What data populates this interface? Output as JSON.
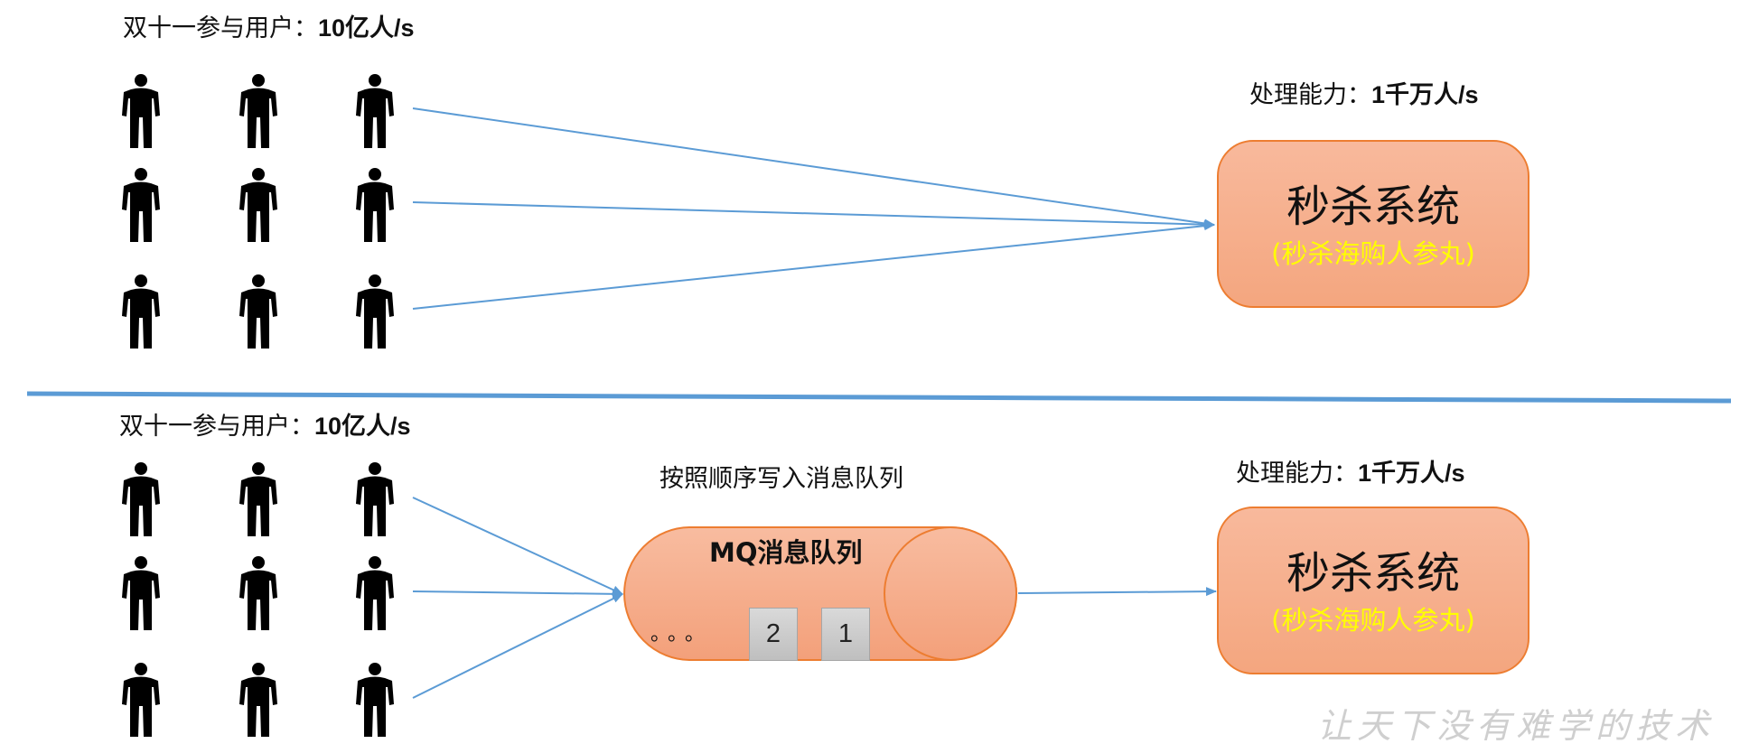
{
  "top": {
    "users_label": "双十一参与用户：",
    "users_value": "10亿人/s",
    "capacity_label": "处理能力：",
    "capacity_value": "1千万人/s",
    "system": {
      "title": "秒杀系统",
      "subtitle": "(秒杀海购人参丸)"
    }
  },
  "bottom": {
    "users_label": "双十一参与用户：",
    "users_value": "10亿人/s",
    "queue_caption": "按照顺序写入消息队列",
    "mq_title": "MQ消息队列",
    "mq_dots": "。。。",
    "mq_cells": [
      "2",
      "1"
    ],
    "capacity_label": "处理能力：",
    "capacity_value": "1千万人/s",
    "system": {
      "title": "秒杀系统",
      "subtitle": "(秒杀海购人参丸)"
    }
  },
  "watermark": "让天下没有难学的技术",
  "colors": {
    "arrow": "#5B9BD5",
    "divider": "#5B9BD5",
    "system_fill": "#F4A67F",
    "system_border": "#ED7D31",
    "subtitle": "#FFFF00"
  }
}
